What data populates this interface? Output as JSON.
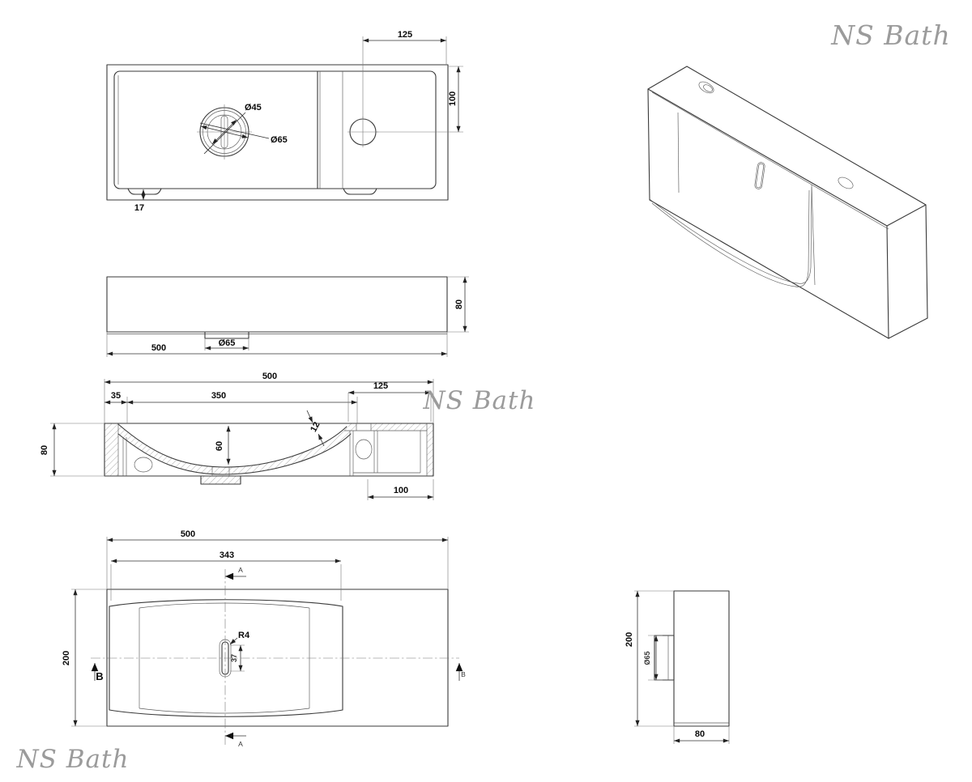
{
  "brand": {
    "watermark": "NS Bath",
    "watermark_color": "#9b9b9b"
  },
  "colors": {
    "line": "#3a3a3a",
    "dim_text": "#0a0a0a",
    "background": "#ffffff"
  },
  "views": {
    "top_view": {
      "dim_faucet_offset_x": "125",
      "dim_faucet_offset_y": "100",
      "dim_drain_inner": "Ø45",
      "dim_drain_outer": "Ø65",
      "dim_foot_inset": "17"
    },
    "front_view": {
      "dim_width": "500",
      "dim_drain": "Ø65",
      "dim_height": "80"
    },
    "section_view": {
      "dim_width": "500",
      "dim_ledge": "35",
      "dim_basin_span": "350",
      "dim_deck": "125",
      "dim_basin_depth": "60",
      "dim_height": "80",
      "dim_deck_width": "100",
      "dim_wall_thickness": "12"
    },
    "bottom_view": {
      "dim_width": "500",
      "dim_basin_width": "343",
      "dim_depth": "200",
      "dim_slot_radius": "R4",
      "dim_slot_length": "37",
      "section_marker_a": "A",
      "section_marker_b": "B"
    },
    "side_view": {
      "dim_depth": "200",
      "dim_drain": "Ø65",
      "dim_height": "80"
    }
  }
}
